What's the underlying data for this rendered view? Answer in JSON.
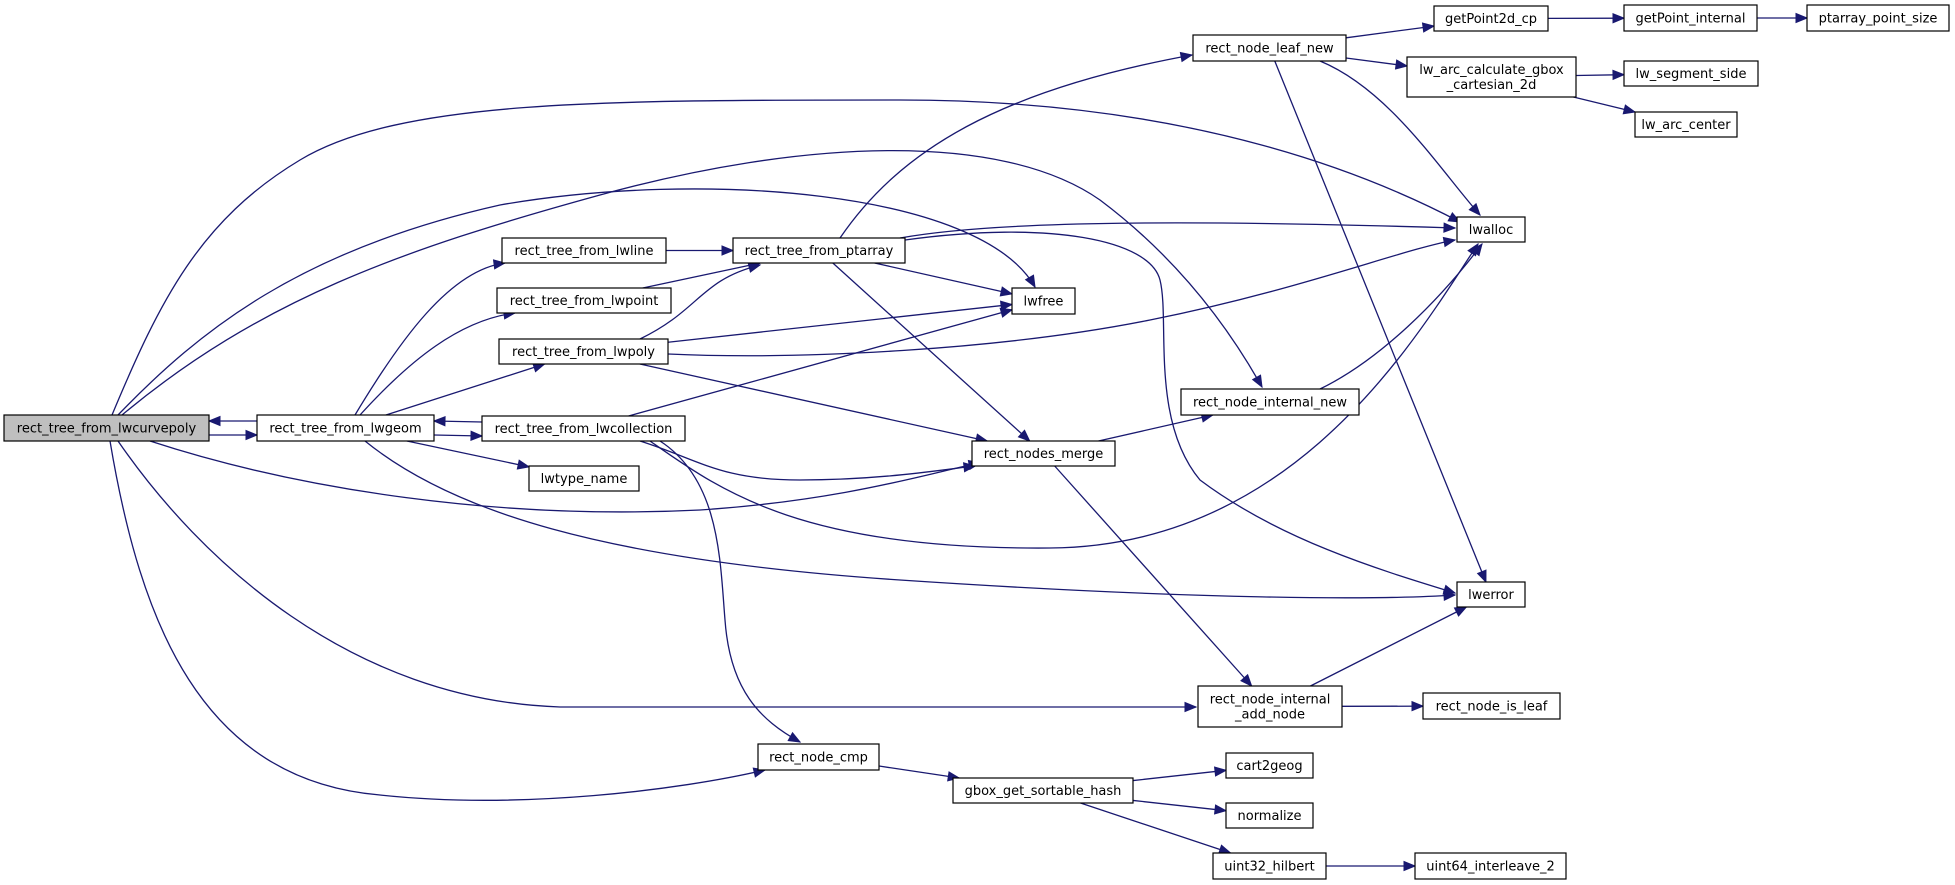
{
  "title": "rect_tree_from_lwcurvepoly call graph",
  "colors": {
    "edge": "#191970",
    "root_fill": "#bfbfbf",
    "node_fill": "#ffffff",
    "node_border": "#000000"
  },
  "nodes": [
    {
      "id": "rect_tree_from_lwcurvepoly",
      "lines": [
        "rect_tree_from_lwcurvepoly"
      ],
      "root": true
    },
    {
      "id": "rect_tree_from_lwgeom",
      "lines": [
        "rect_tree_from_lwgeom"
      ]
    },
    {
      "id": "rect_tree_from_lwcollection",
      "lines": [
        "rect_tree_from_lwcollection"
      ]
    },
    {
      "id": "rect_tree_from_lwline",
      "lines": [
        "rect_tree_from_lwline"
      ]
    },
    {
      "id": "rect_tree_from_lwpoint",
      "lines": [
        "rect_tree_from_lwpoint"
      ]
    },
    {
      "id": "rect_tree_from_lwpoly",
      "lines": [
        "rect_tree_from_lwpoly"
      ]
    },
    {
      "id": "lwtype_name",
      "lines": [
        "lwtype_name"
      ]
    },
    {
      "id": "rect_tree_from_ptarray",
      "lines": [
        "rect_tree_from_ptarray"
      ]
    },
    {
      "id": "lwfree",
      "lines": [
        "lwfree"
      ]
    },
    {
      "id": "rect_nodes_merge",
      "lines": [
        "rect_nodes_merge"
      ]
    },
    {
      "id": "rect_node_internal_new",
      "lines": [
        "rect_node_internal_new"
      ]
    },
    {
      "id": "rect_node_leaf_new",
      "lines": [
        "rect_node_leaf_new"
      ]
    },
    {
      "id": "getPoint2d_cp",
      "lines": [
        "getPoint2d_cp"
      ]
    },
    {
      "id": "getPoint_internal",
      "lines": [
        "getPoint_internal"
      ]
    },
    {
      "id": "ptarray_point_size",
      "lines": [
        "ptarray_point_size"
      ]
    },
    {
      "id": "lw_arc_calculate_gbox_cartesian_2d",
      "lines": [
        "lw_arc_calculate_gbox",
        "_cartesian_2d"
      ]
    },
    {
      "id": "lw_segment_side",
      "lines": [
        "lw_segment_side"
      ]
    },
    {
      "id": "lw_arc_center",
      "lines": [
        "lw_arc_center"
      ]
    },
    {
      "id": "lwalloc",
      "lines": [
        "lwalloc"
      ]
    },
    {
      "id": "lwerror",
      "lines": [
        "lwerror"
      ]
    },
    {
      "id": "rect_node_internal_add_node",
      "lines": [
        "rect_node_internal",
        "_add_node"
      ]
    },
    {
      "id": "rect_node_is_leaf",
      "lines": [
        "rect_node_is_leaf"
      ]
    },
    {
      "id": "rect_node_cmp",
      "lines": [
        "rect_node_cmp"
      ]
    },
    {
      "id": "gbox_get_sortable_hash",
      "lines": [
        "gbox_get_sortable_hash"
      ]
    },
    {
      "id": "cart2geog",
      "lines": [
        "cart2geog"
      ]
    },
    {
      "id": "normalize",
      "lines": [
        "normalize"
      ]
    },
    {
      "id": "uint32_hilbert",
      "lines": [
        "uint32_hilbert"
      ]
    },
    {
      "id": "uint64_interleave_2",
      "lines": [
        "uint64_interleave_2"
      ]
    }
  ],
  "edges": [
    [
      "rect_tree_from_lwcurvepoly",
      "rect_tree_from_lwgeom"
    ],
    [
      "rect_tree_from_lwgeom",
      "rect_tree_from_lwcurvepoly"
    ],
    [
      "rect_tree_from_lwcurvepoly",
      "lwalloc"
    ],
    [
      "rect_tree_from_lwcurvepoly",
      "lwfree"
    ],
    [
      "rect_tree_from_lwcurvepoly",
      "rect_node_internal_new"
    ],
    [
      "rect_tree_from_lwcurvepoly",
      "rect_nodes_merge"
    ],
    [
      "rect_tree_from_lwcurvepoly",
      "rect_node_internal_add_node"
    ],
    [
      "rect_tree_from_lwcurvepoly",
      "rect_node_cmp"
    ],
    [
      "rect_tree_from_lwgeom",
      "rect_tree_from_lwline"
    ],
    [
      "rect_tree_from_lwgeom",
      "rect_tree_from_lwpoint"
    ],
    [
      "rect_tree_from_lwgeom",
      "rect_tree_from_lwpoly"
    ],
    [
      "rect_tree_from_lwgeom",
      "rect_tree_from_lwcollection"
    ],
    [
      "rect_tree_from_lwcollection",
      "rect_tree_from_lwgeom"
    ],
    [
      "rect_tree_from_lwgeom",
      "lwtype_name"
    ],
    [
      "rect_tree_from_lwgeom",
      "lwerror"
    ],
    [
      "rect_tree_from_lwcollection",
      "lwfree"
    ],
    [
      "rect_tree_from_lwcollection",
      "rect_nodes_merge"
    ],
    [
      "rect_tree_from_lwcollection",
      "lwalloc"
    ],
    [
      "rect_tree_from_lwcollection",
      "rect_node_cmp"
    ],
    [
      "rect_tree_from_lwline",
      "rect_tree_from_ptarray"
    ],
    [
      "rect_tree_from_lwpoint",
      "rect_tree_from_ptarray"
    ],
    [
      "rect_tree_from_lwpoly",
      "rect_tree_from_ptarray"
    ],
    [
      "rect_tree_from_lwpoly",
      "lwfree"
    ],
    [
      "rect_tree_from_lwpoly",
      "lwalloc"
    ],
    [
      "rect_tree_from_lwpoly",
      "rect_nodes_merge"
    ],
    [
      "rect_tree_from_ptarray",
      "rect_node_leaf_new"
    ],
    [
      "rect_tree_from_ptarray",
      "lwfree"
    ],
    [
      "rect_tree_from_ptarray",
      "lwalloc"
    ],
    [
      "rect_tree_from_ptarray",
      "lwerror"
    ],
    [
      "rect_tree_from_ptarray",
      "rect_nodes_merge"
    ],
    [
      "rect_node_leaf_new",
      "getPoint2d_cp"
    ],
    [
      "rect_node_leaf_new",
      "lw_arc_calculate_gbox_cartesian_2d"
    ],
    [
      "rect_node_leaf_new",
      "lwalloc"
    ],
    [
      "rect_node_leaf_new",
      "lwerror"
    ],
    [
      "getPoint2d_cp",
      "getPoint_internal"
    ],
    [
      "getPoint_internal",
      "ptarray_point_size"
    ],
    [
      "lw_arc_calculate_gbox_cartesian_2d",
      "lw_segment_side"
    ],
    [
      "lw_arc_calculate_gbox_cartesian_2d",
      "lw_arc_center"
    ],
    [
      "rect_nodes_merge",
      "rect_node_internal_new"
    ],
    [
      "rect_nodes_merge",
      "rect_node_internal_add_node"
    ],
    [
      "rect_node_internal_new",
      "lwalloc"
    ],
    [
      "rect_node_internal_add_node",
      "lwerror"
    ],
    [
      "rect_node_internal_add_node",
      "rect_node_is_leaf"
    ],
    [
      "rect_node_cmp",
      "gbox_get_sortable_hash"
    ],
    [
      "gbox_get_sortable_hash",
      "cart2geog"
    ],
    [
      "gbox_get_sortable_hash",
      "normalize"
    ],
    [
      "gbox_get_sortable_hash",
      "uint32_hilbert"
    ],
    [
      "uint32_hilbert",
      "uint64_interleave_2"
    ]
  ]
}
